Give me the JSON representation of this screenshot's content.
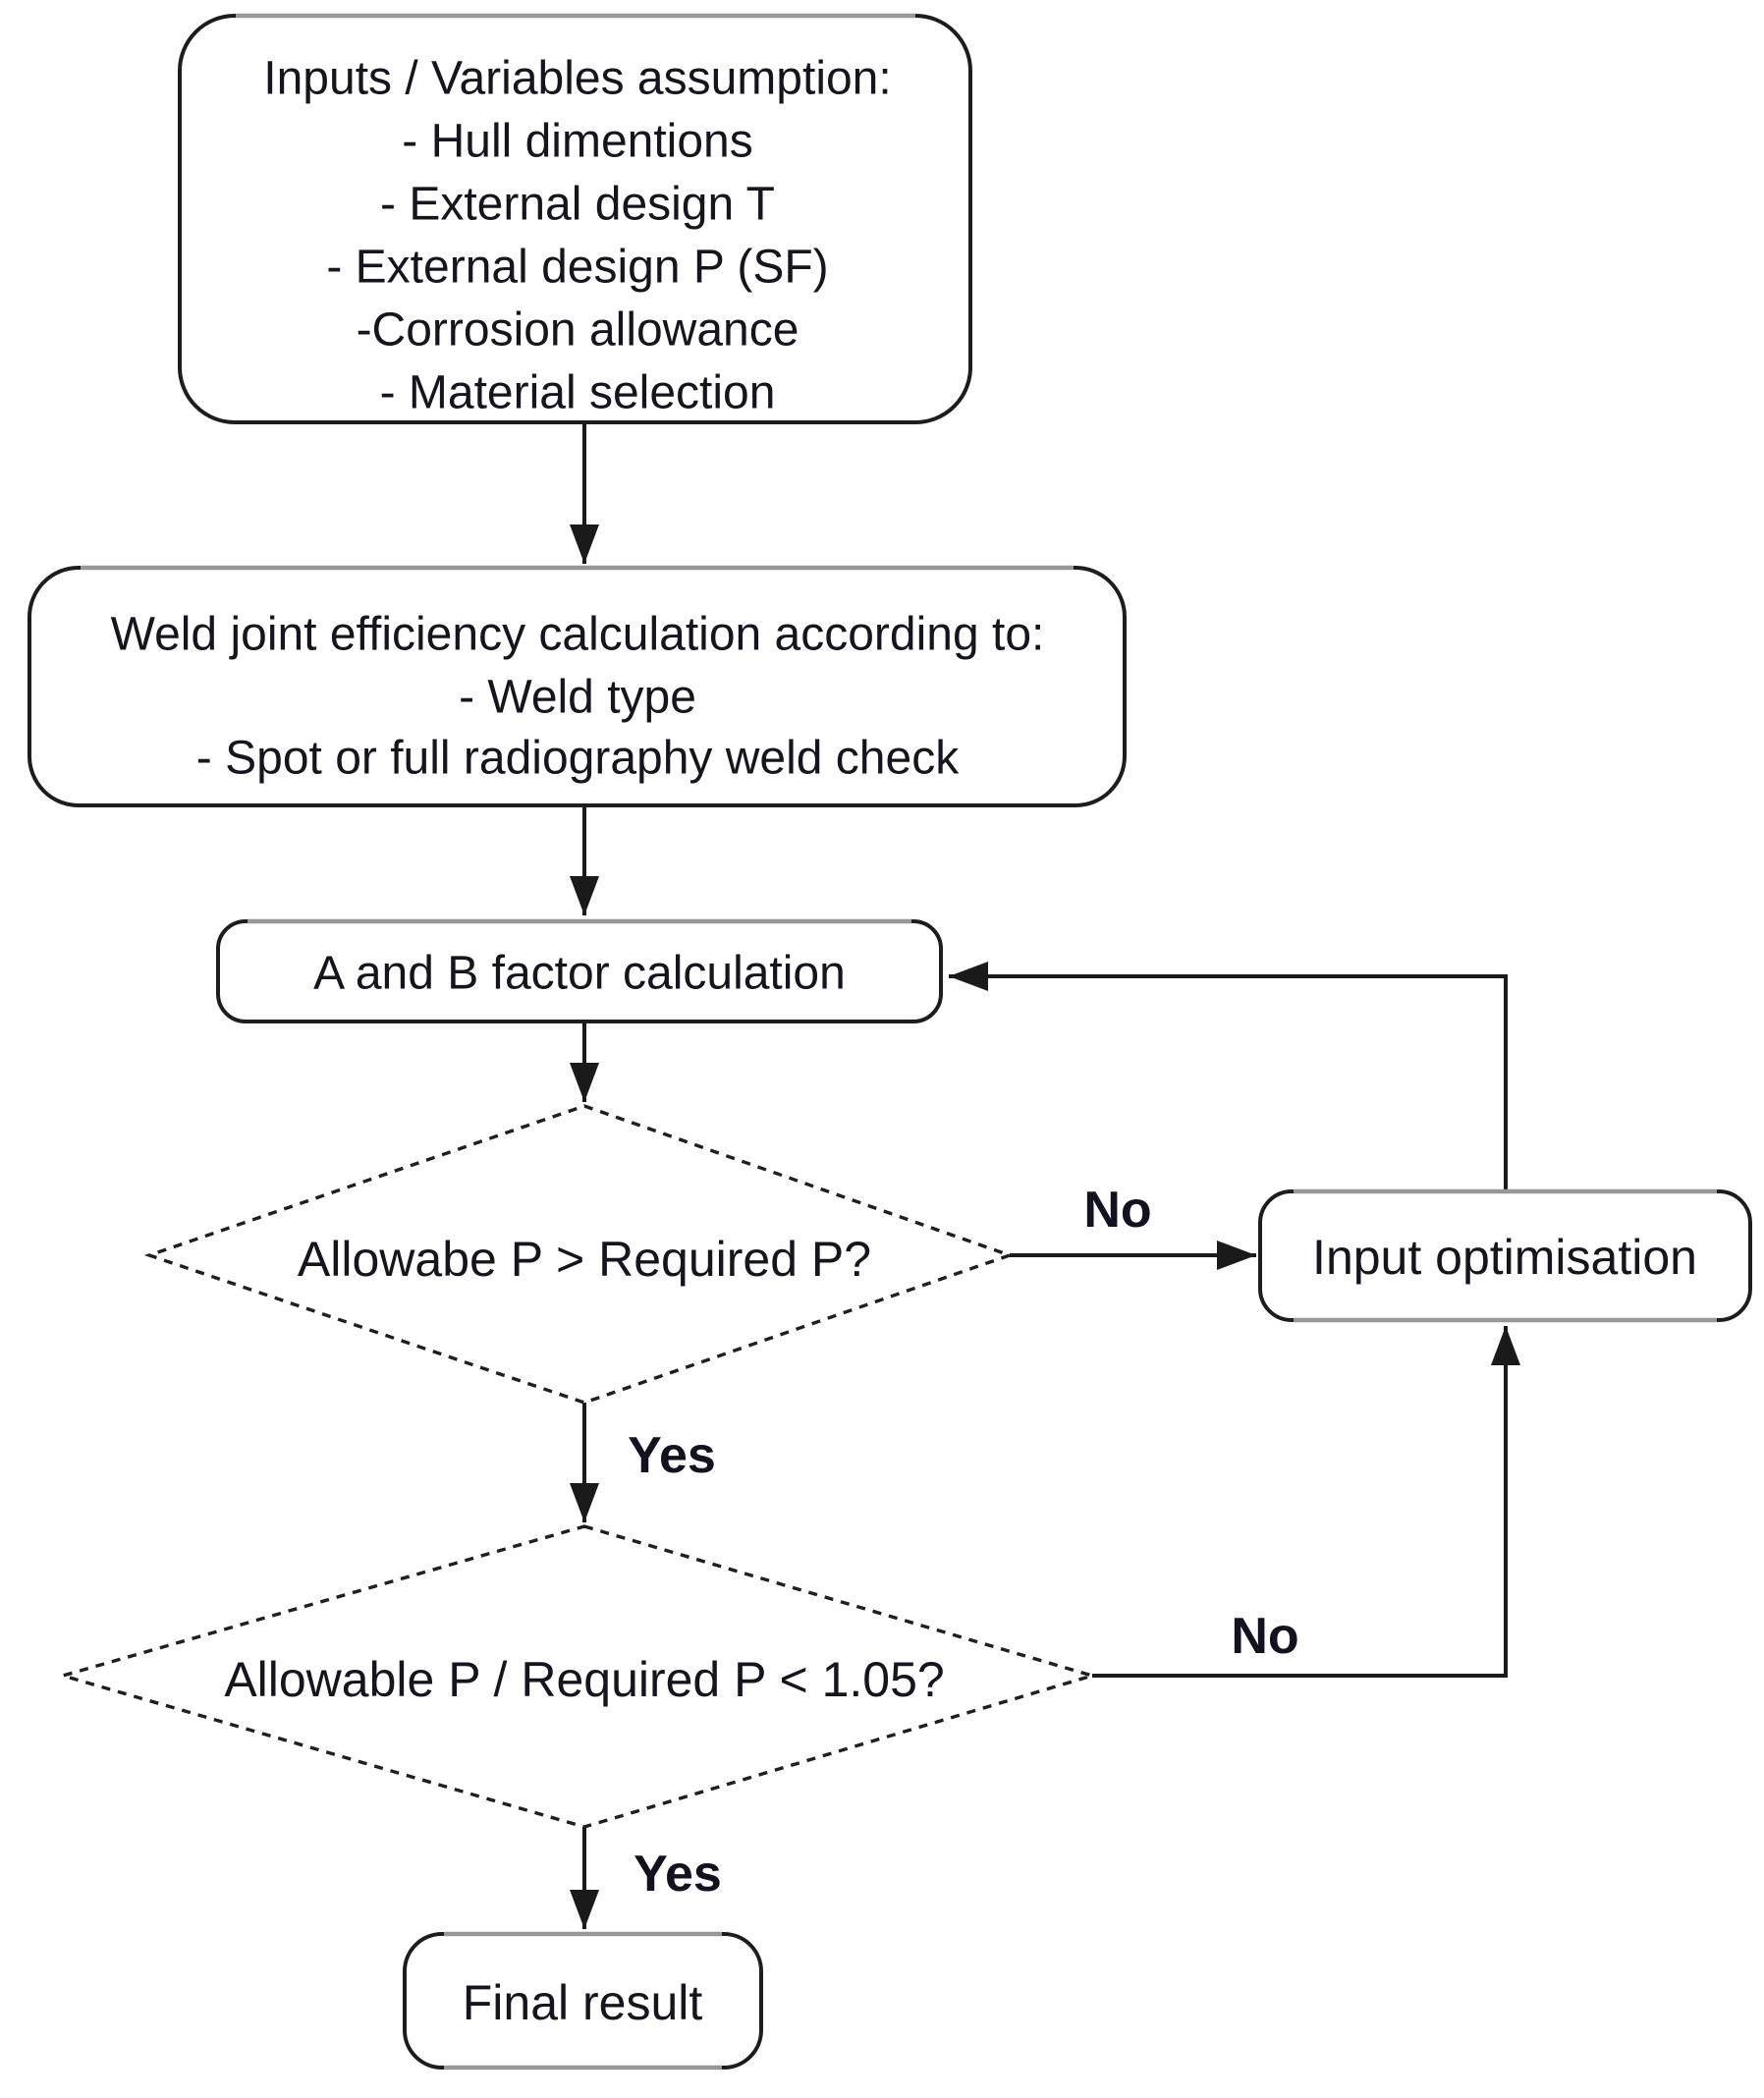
{
  "flow": {
    "colors": {
      "background": "#ffffff",
      "line": "#1a1a1a",
      "text": "#15151f",
      "box_top_highlight": "#979797"
    },
    "nodes": {
      "inputs": {
        "title": "Inputs / Variables assumption:",
        "items": [
          "- Hull dimentions",
          "- External design T",
          "- External design P (SF)",
          "-Corrosion allowance",
          "- Material selection"
        ]
      },
      "weld_efficiency": {
        "title": "Weld joint efficiency calculation according to:",
        "items": [
          "- Weld type",
          "- Spot or full radiography weld check"
        ]
      },
      "ab_factor": {
        "label": "A and B factor calculation"
      },
      "decision_allowable": {
        "label": "Allowabe P > Required P?"
      },
      "decision_ratio": {
        "label": "Allowable P / Required P < 1.05?"
      },
      "input_optimisation": {
        "label": "Input optimisation"
      },
      "final_result": {
        "label": "Final result"
      }
    },
    "edge_labels": {
      "decision1_no": "No",
      "decision1_yes": "Yes",
      "decision2_no": "No",
      "decision2_yes": "Yes"
    }
  }
}
